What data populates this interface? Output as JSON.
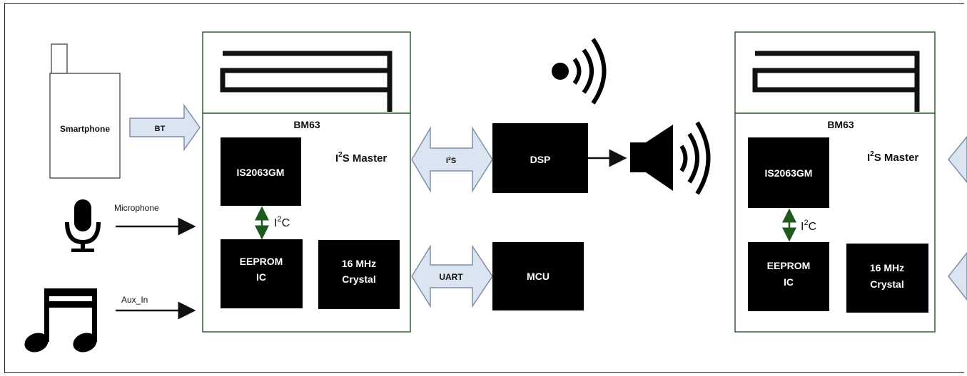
{
  "smartphone": {
    "label": "Smartphone"
  },
  "arrows": {
    "bt": "BT",
    "microphone": "Microphone",
    "aux_in": "Aux_In"
  },
  "left_module": {
    "title": "BM63",
    "i2s_master": {
      "prefix": "I",
      "sup": "2",
      "suffix": "S Master"
    },
    "ic_main": "IS2063GM",
    "i2c": {
      "prefix": "I",
      "sup": "2",
      "suffix": "C"
    },
    "eeprom": [
      "EEPROM",
      "IC"
    ],
    "crystal": [
      "16 MHz",
      "Crystal"
    ]
  },
  "buses": {
    "i2s": {
      "prefix": "I",
      "sup": "2",
      "suffix": "S"
    },
    "uart": "UART"
  },
  "blocks": {
    "dsp": "DSP",
    "mcu": "MCU"
  },
  "right_module": {
    "title": "BM63",
    "i2s_master": {
      "prefix": "I",
      "sup": "2",
      "suffix": "S Master"
    },
    "ic_main": "IS2063GM",
    "i2c": {
      "prefix": "I",
      "sup": "2",
      "suffix": "C"
    },
    "eeprom": [
      "EEPROM",
      "IC"
    ],
    "crystal": [
      "16 MHz",
      "Crystal"
    ]
  },
  "colors": {
    "module_border": "#3a5a3a",
    "block_fill": "#000000",
    "arrow_fill": "#dbe5f1",
    "arrow_stroke": "#7f8fa6",
    "i2c_arrow": "#1e5a1e"
  }
}
